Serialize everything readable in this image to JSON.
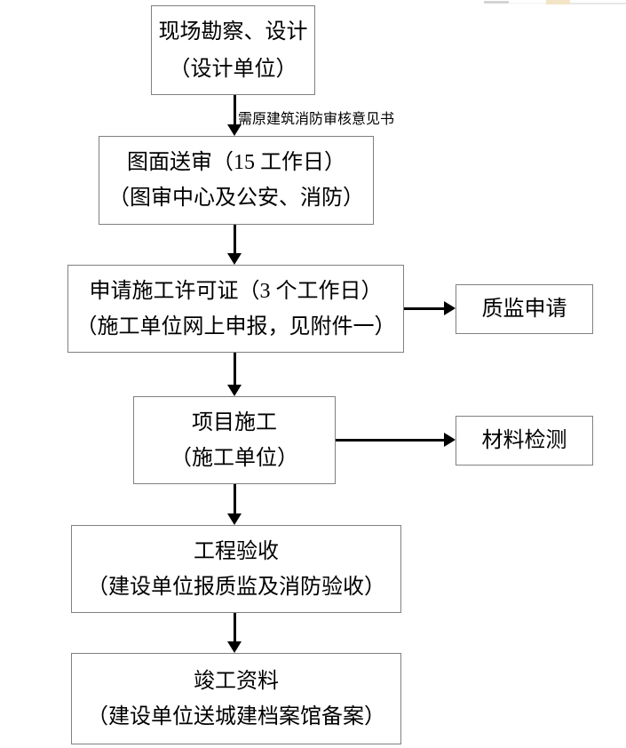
{
  "diagram": {
    "type": "flowchart",
    "orientation": "top-to-bottom",
    "nodes": [
      {
        "id": "survey-design",
        "lines": [
          "现场勘察、设计",
          "（设计单位）"
        ]
      },
      {
        "id": "drawing-review",
        "lines": [
          "图面送审（15 工作日）",
          "（图审中心及公安、消防）"
        ]
      },
      {
        "id": "construction-permit",
        "lines": [
          "申请施工许可证（3 个工作日）",
          "（施工单位网上申报，见附件一）"
        ]
      },
      {
        "id": "project-construction",
        "lines": [
          "项目施工",
          "（施工单位）"
        ]
      },
      {
        "id": "project-acceptance",
        "lines": [
          "工程验收",
          "（建设单位报质监及消防验收）"
        ]
      },
      {
        "id": "completion-documents",
        "lines": [
          "竣工资料",
          "（建设单位送城建档案馆备案）"
        ]
      }
    ],
    "branch_nodes": [
      {
        "id": "quality-supervision-application",
        "lines": [
          "质监申请"
        ]
      },
      {
        "id": "material-testing",
        "lines": [
          "材料检测"
        ]
      }
    ],
    "edge_labels": [
      {
        "id": "fire-review-opinion",
        "text": "需原建筑消防审核意见书",
        "between": [
          "survey-design",
          "drawing-review"
        ]
      }
    ],
    "colors": {
      "box_border": "#808080",
      "connector": "#000000",
      "text": "#000000",
      "background": "#ffffff"
    }
  }
}
